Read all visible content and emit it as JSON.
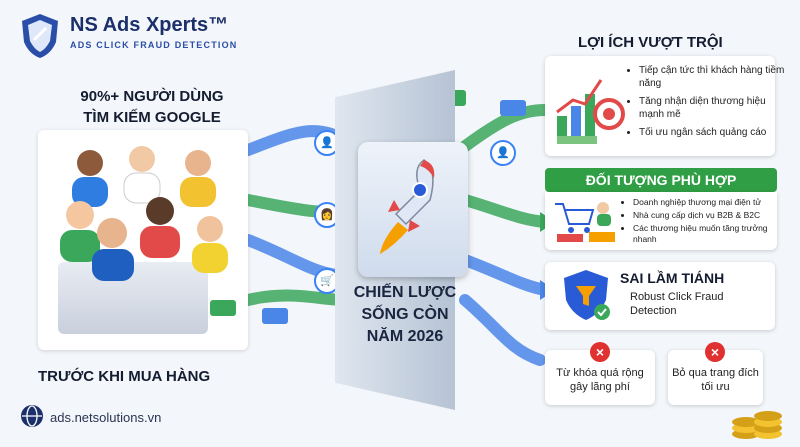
{
  "brand": {
    "title": "NS Ads Xperts™",
    "subtitle": "ADS CLICK FRAUD DETECTION"
  },
  "left": {
    "headline_line1": "90%+ NGƯỜI DÙNG",
    "headline_line2": "TÌM KIẾM GOOGLE",
    "caption": "TRƯỚC KHI MUA HÀNG"
  },
  "center": {
    "line1": "CHIẾN LƯỢC",
    "line2": "SỐNG CÒN",
    "line3": "NĂM 2026"
  },
  "benefits": {
    "title": "LỢI ÍCH VƯỢT TRỘI",
    "items": [
      "Tiếp cận tức thì khách hàng tiềm năng",
      "Tăng nhận diện thương hiệu mạnh mẽ",
      "Tối ưu ngân sách quảng cáo"
    ]
  },
  "audience": {
    "title": "ĐỐI TƯỢNG PHÙ HỢP",
    "items": [
      "Doanh nghiệp thương mại điện tử",
      "Nhà cung cấp dịch vụ B2B & B2C",
      "Các thương hiệu muốn tăng trưởng nhanh"
    ]
  },
  "mistakes": {
    "title": "SAI LẦM TIÁNH",
    "subtitle": "Robust Click Fraud Detection",
    "item1": "Từ khóa quá rộng gây lãng phí",
    "item2": "Bỏ qua trang đích tối ưu"
  },
  "footer": {
    "url": "ads.netsolutions.vn"
  },
  "icons": [
    "shield-logo-icon",
    "globe-icon",
    "user-icon",
    "woman-icon",
    "cart-icon",
    "rocket-icon",
    "dollar-coins-icon",
    "shield-check-icon",
    "funnel-icon",
    "close-icon"
  ],
  "colors": {
    "brand": "#1b2f6b",
    "flow": "#3b82f6",
    "success": "#2f9e44",
    "error": "#e03131"
  }
}
